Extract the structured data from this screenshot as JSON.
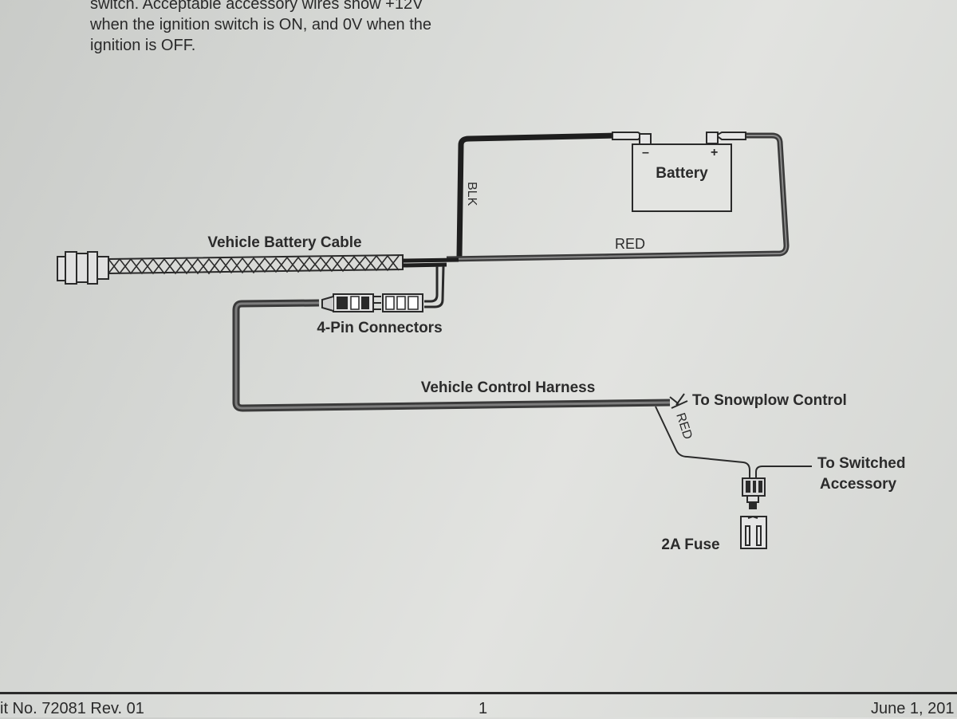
{
  "instructions": {
    "lines": [
      "switch. Acceptable accessory wires show +12V",
      "when the ignition switch is ON, and 0V when the",
      "ignition is OFF."
    ]
  },
  "diagram": {
    "battery_label": "Battery",
    "battery_negative": "–",
    "battery_positive": "+",
    "blk_wire_label": "BLK",
    "red_wire_label_top": "RED",
    "vehicle_battery_cable_label": "Vehicle Battery Cable",
    "connectors_label": "4-Pin Connectors",
    "vehicle_control_harness_label": "Vehicle Control Harness",
    "to_snowplow_label": "To Snowplow Control",
    "red_wire_label_bottom": "RED",
    "to_switched_line1": "To Switched",
    "to_switched_line2": "Accessory",
    "fuse_label": "2A Fuse"
  },
  "footer": {
    "left": "it No. 72081 Rev. 01",
    "center": "1",
    "right": "June 1, 201"
  },
  "colors": {
    "wire_dark": "#2c2c2c",
    "wire_gray": "#555555",
    "ink": "#2b2b2b"
  }
}
